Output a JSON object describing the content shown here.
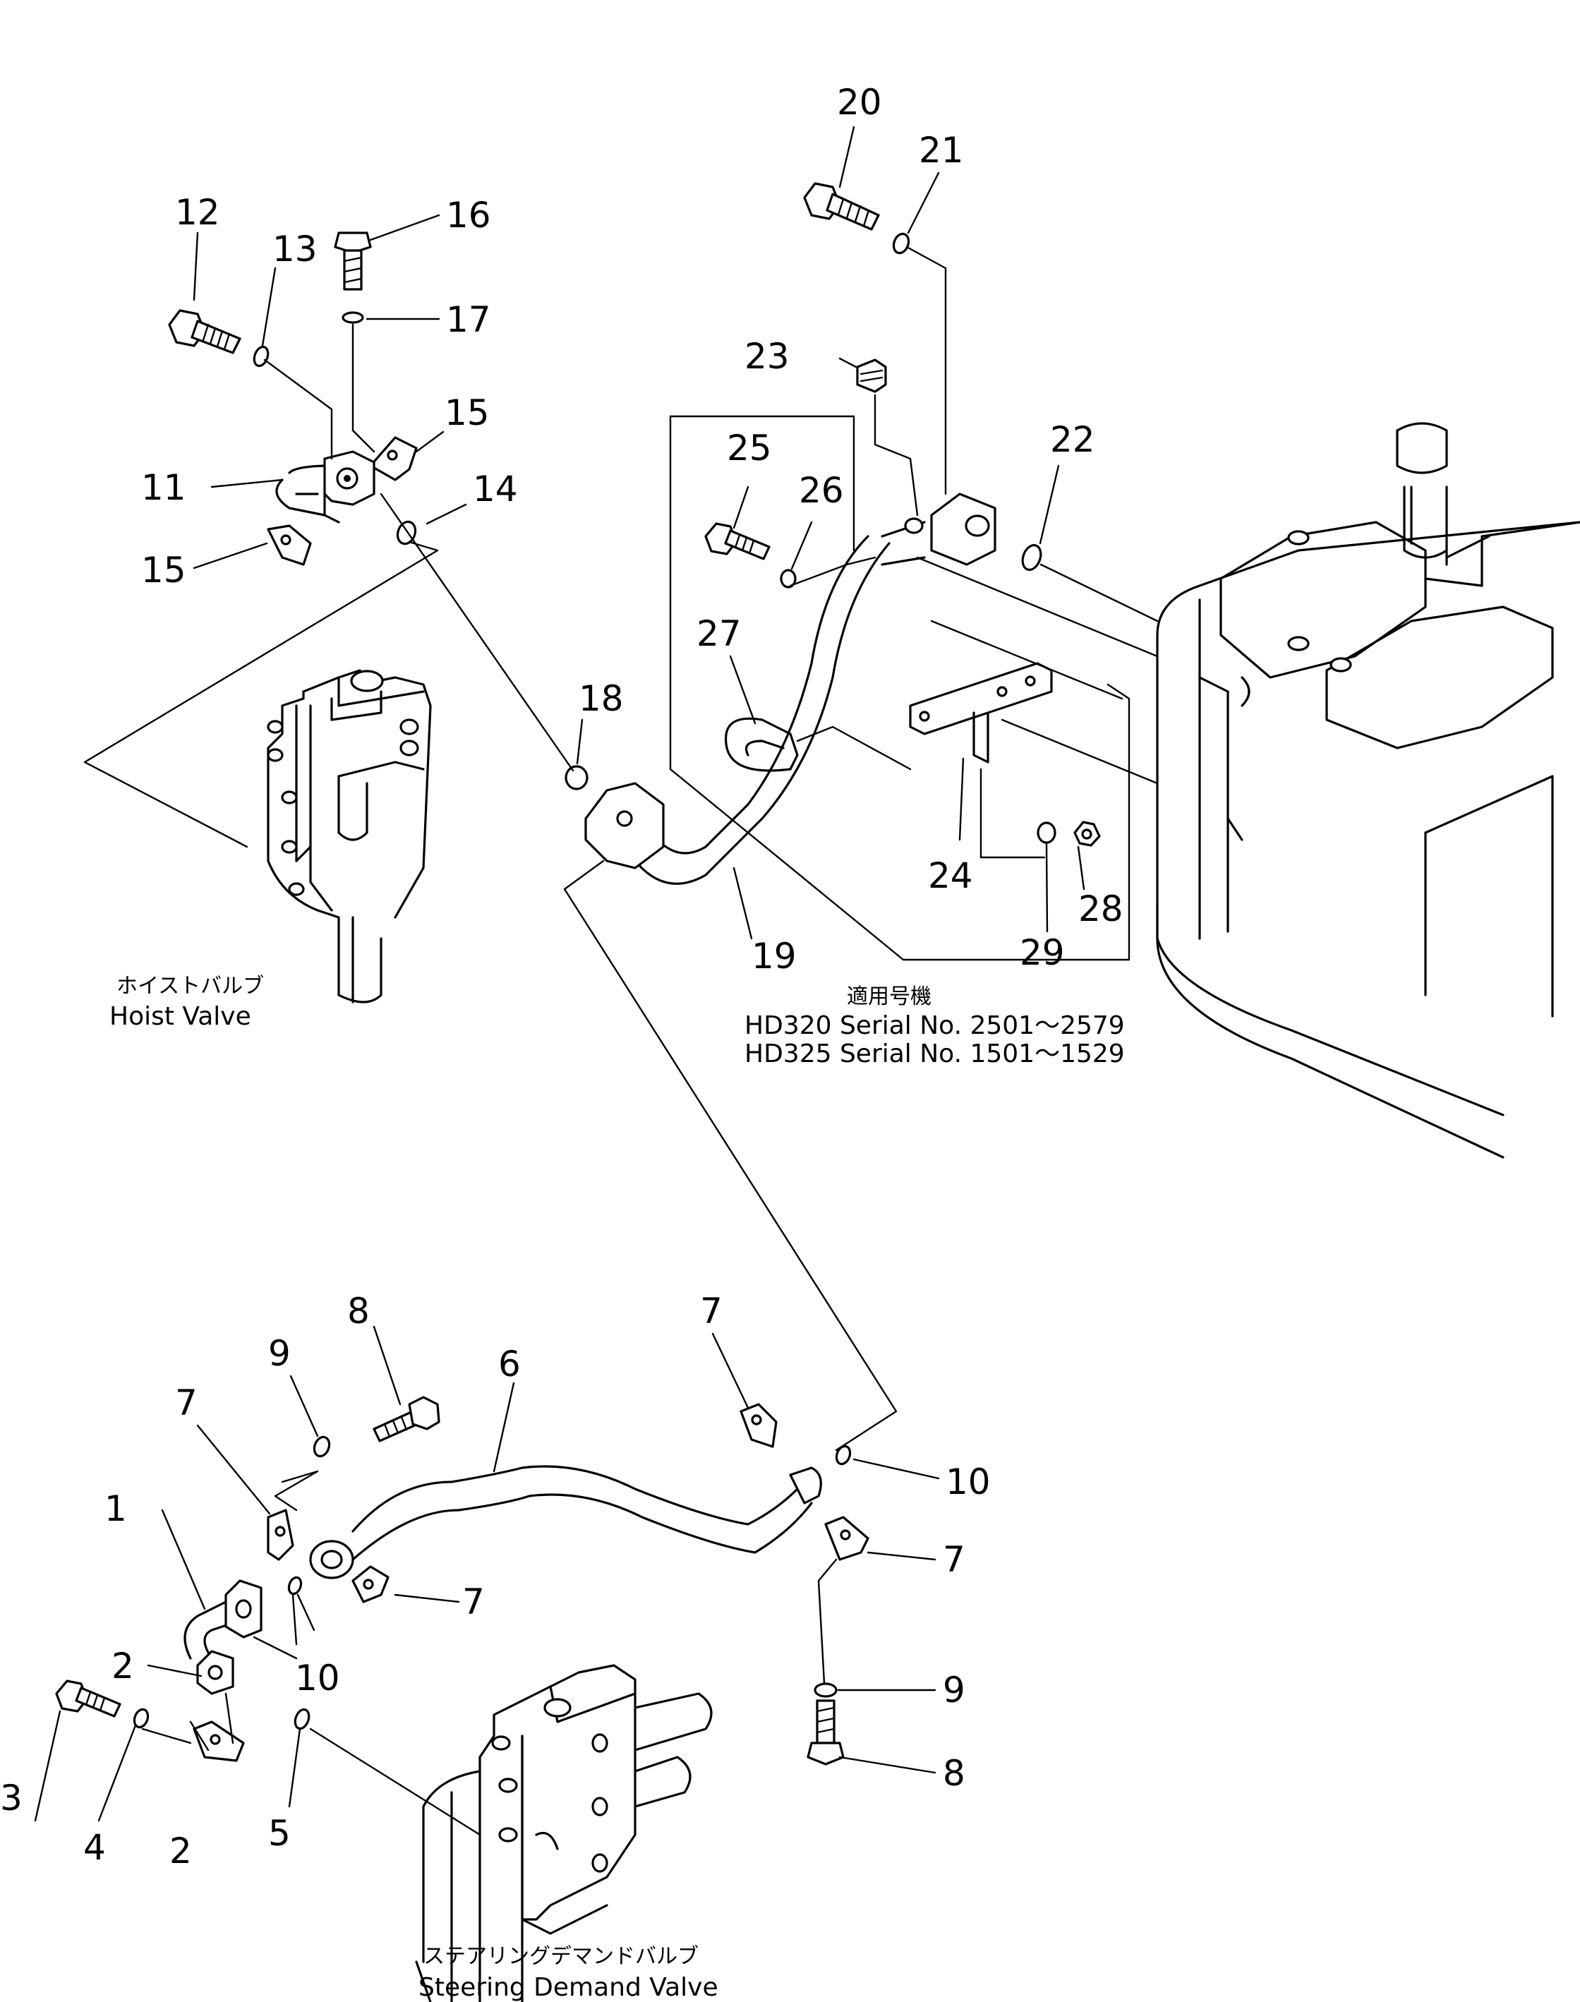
{
  "callouts": [
    "1",
    "2",
    "2",
    "3",
    "4",
    "5",
    "6",
    "7",
    "7",
    "7",
    "7",
    "8",
    "8",
    "9",
    "9",
    "10",
    "10",
    "11",
    "12",
    "13",
    "14",
    "15",
    "15",
    "16",
    "17",
    "18",
    "19",
    "20",
    "21",
    "22",
    "23",
    "24",
    "25",
    "26",
    "27",
    "28",
    "29"
  ],
  "captions": {
    "hoist_valve_jp": "ホイストバルブ",
    "hoist_valve_en": "Hoist  Valve",
    "steering_valve_jp": "ステアリングデマンドバルブ",
    "steering_valve_en": "Steering  Demand  Valve",
    "applicable_jp": "適用号機",
    "applicable_line1": "HD320  Serial  No.  2501～2579",
    "applicable_line2": "HD325  Serial  No.  1501～1529"
  }
}
